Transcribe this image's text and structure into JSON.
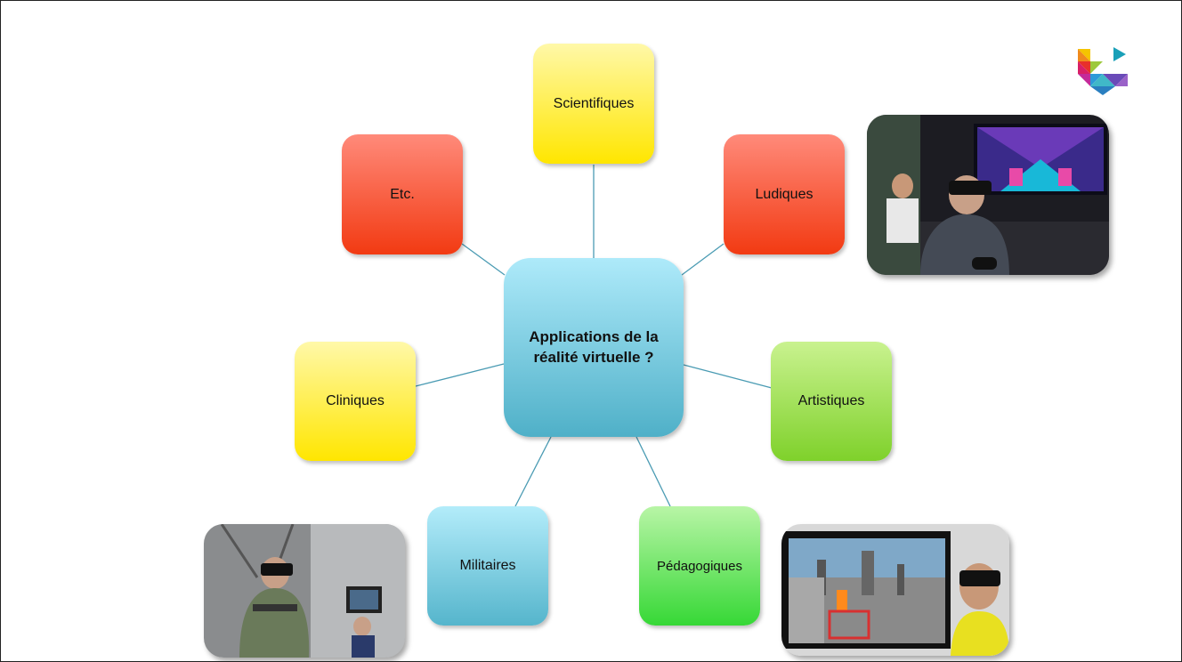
{
  "diagram": {
    "center": "Applications de la réalité virtuelle ?",
    "nodes": {
      "scientifiques": "Scientifiques",
      "ludiques": "Ludiques",
      "artistiques": "Artistiques",
      "pedagogiques": "Pédagogiques",
      "militaires": "Militaires",
      "cliniques": "Cliniques",
      "etc": "Etc."
    }
  },
  "colors": {
    "yellow": "#ffe600",
    "red": "#f23a12",
    "green": "#7fd12b",
    "light_green": "#36d836",
    "blue": "#55b5cc",
    "connector": "#4a9bb3"
  },
  "images": {
    "logo": "university-logo",
    "photo_gaming": "vr-gaming-photo",
    "photo_military": "vr-military-parachute-photo",
    "photo_education": "vr-industrial-training-photo"
  }
}
